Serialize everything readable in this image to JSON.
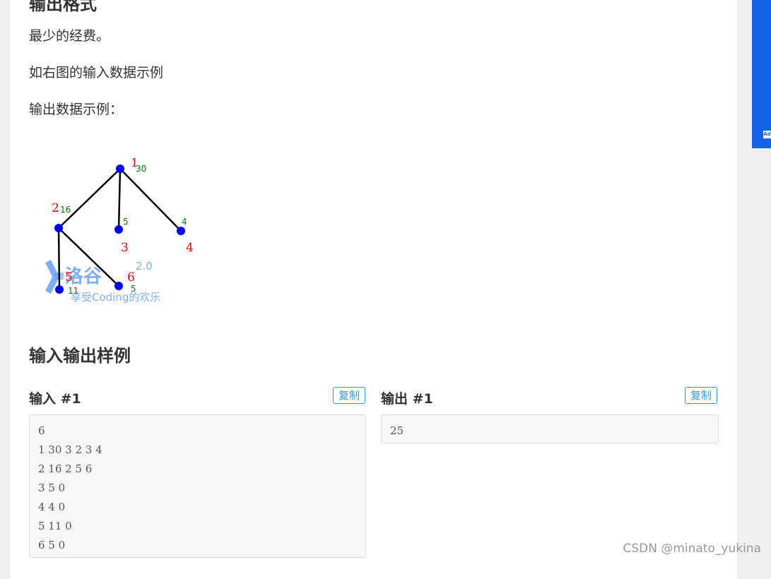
{
  "output_format": {
    "title": "输出格式",
    "line1": "最少的经费。",
    "line2": "如右图的输入数据示例",
    "line3": "输出数据示例："
  },
  "figure": {
    "nodes": [
      {
        "id": "1",
        "weight": "30"
      },
      {
        "id": "2",
        "weight": "16"
      },
      {
        "id": "3",
        "weight": "5"
      },
      {
        "id": "4",
        "weight": "4"
      },
      {
        "id": "5",
        "weight": "11"
      },
      {
        "id": "6",
        "weight": "5"
      }
    ],
    "logo_text": "洛谷",
    "logo_version": "2.0",
    "logo_slogan": "享受Coding的欢乐",
    "colors": {
      "node": "#0000ff",
      "id_label": "#ff0000",
      "weight_label": "#007f00",
      "logo": "#6aa0f0"
    }
  },
  "samples": {
    "title": "输入输出样例",
    "input": {
      "label": "输入 #1",
      "copy": "复制",
      "lines": "6\n1 30 3 2 3 4\n2 16 2 5 6\n3 5 0\n4 4 0\n5 11 0\n6 5 0"
    },
    "output": {
      "label": "输出 #1",
      "copy": "复制",
      "lines": "25"
    }
  },
  "side_ad": {
    "label": "Ad",
    "color": "#1565e6"
  },
  "watermark": "CSDN @minato_yukina"
}
